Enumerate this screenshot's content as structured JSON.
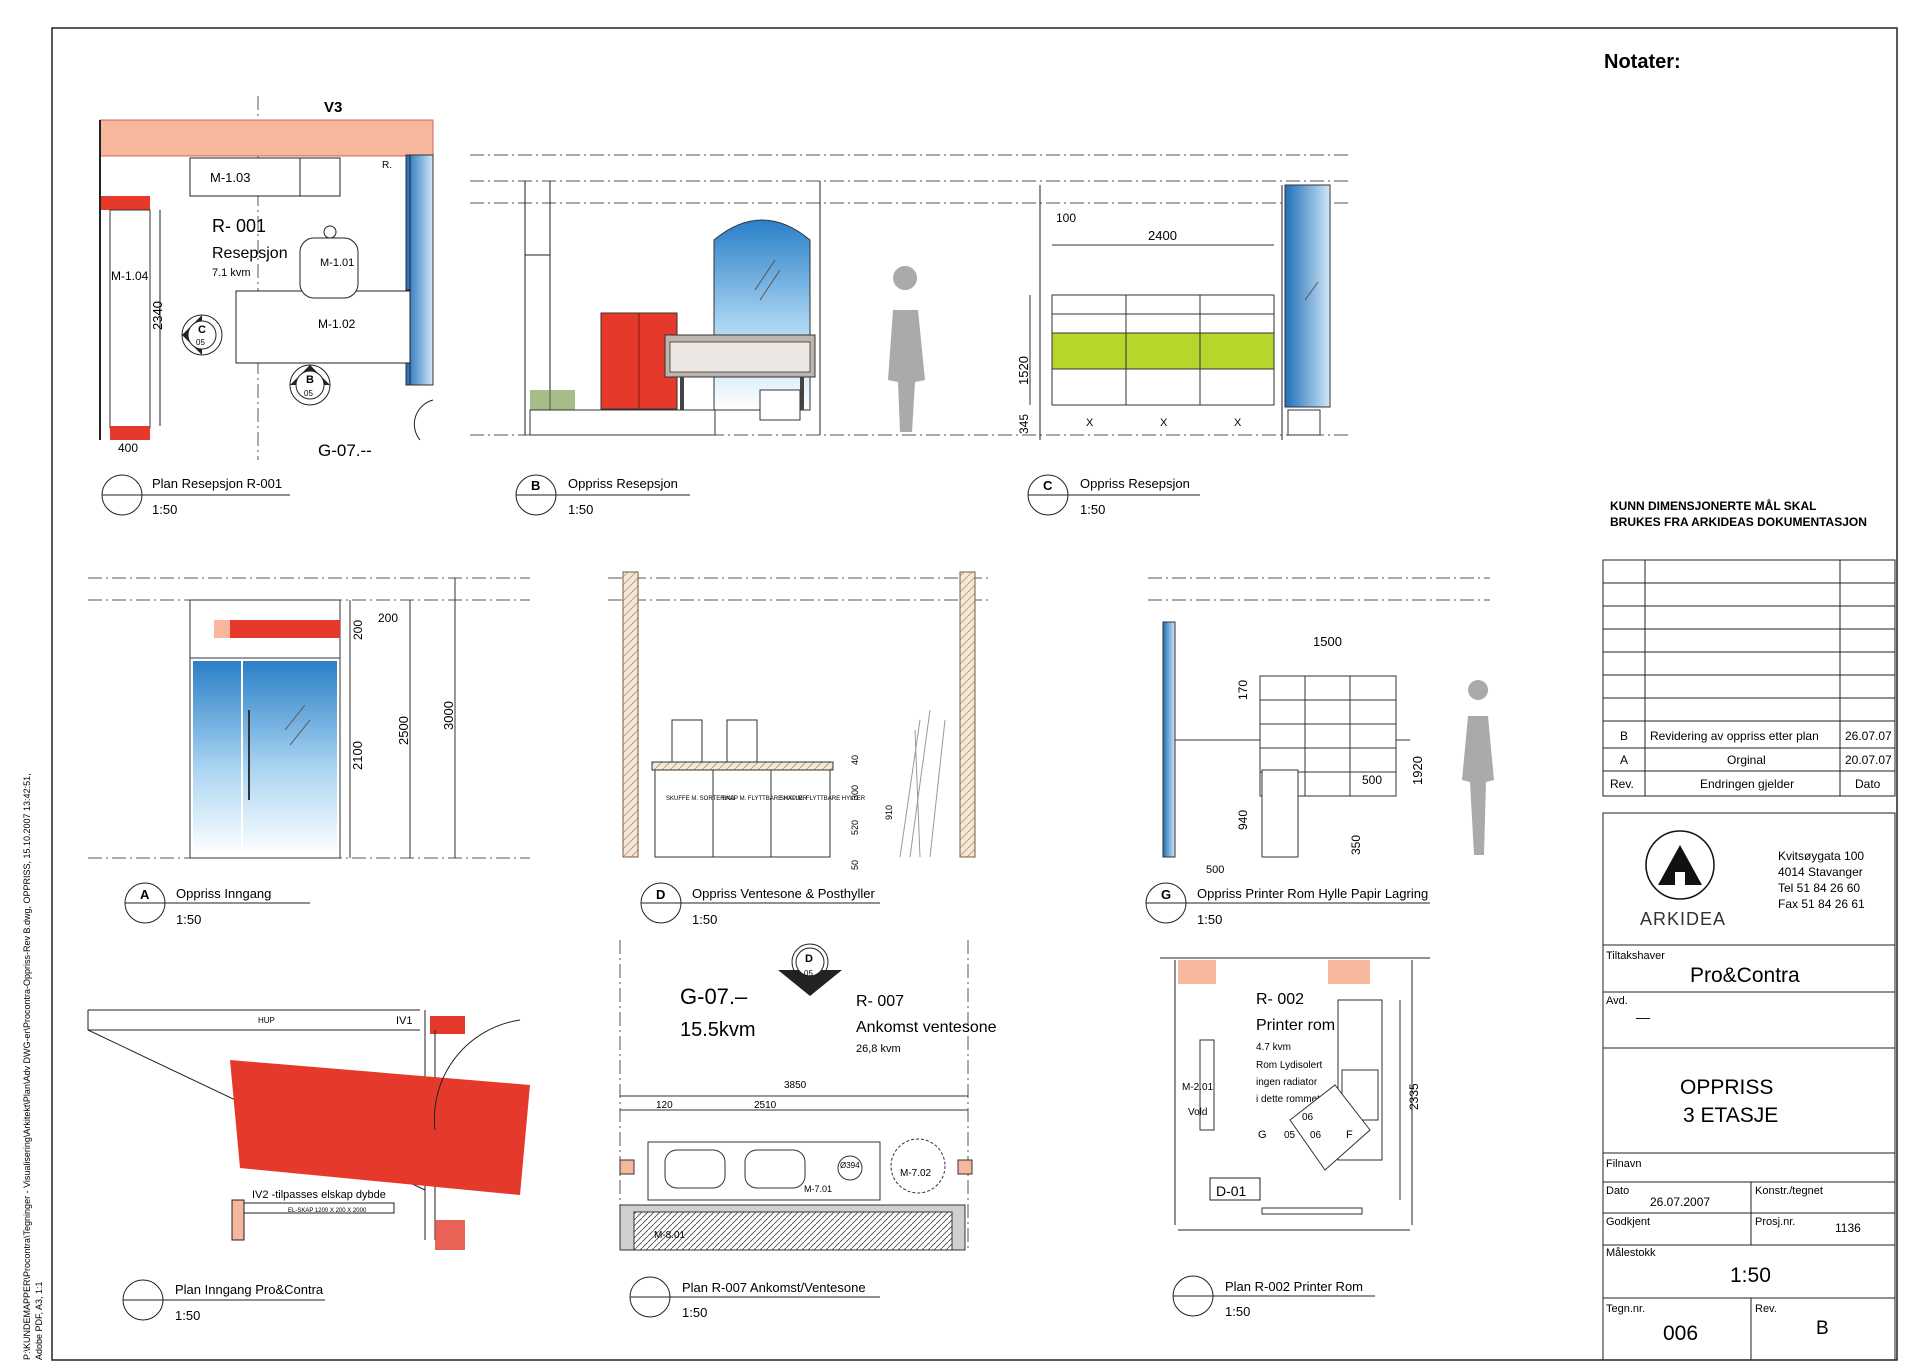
{
  "side_path": "P:\\KUNDEMAPPER\\Procontra\\Tegninger - Visualisering\\Arkitekt\\Plan\\Adv DWG-er\\Procontra-Oppriss-Rev B.dwg, OPPRISS, 15.10.2007 13:42:51,",
  "side_path2": "Adobe PDF, A3, 1:1",
  "notes_title": "Notater:",
  "notice_line1": "KUNN DIMENSJONERTE MÅL SKAL",
  "notice_line2": "BRUKES FRA ARKIDEAS DOKUMENTASJON",
  "revisions": [
    {
      "rev": "B",
      "text": "Revidering av oppriss etter plan",
      "date": "26.07.07"
    },
    {
      "rev": "A",
      "text": "Orginal",
      "date": "20.07.07"
    }
  ],
  "rev_header": {
    "rev": "Rev.",
    "text": "Endringen gjelder",
    "date": "Dato"
  },
  "company": {
    "logo_text": "ARKIDEA",
    "address1": "Kvitsøygata 100",
    "address2": "4014 Stavanger",
    "tel": "Tel 51 84 26 60",
    "fax": "Fax 51 84 26 61"
  },
  "titleblock": {
    "client_label": "Tiltakshaver",
    "client": "Pro&Contra",
    "dept_label": "Avd.",
    "dept_value": "—",
    "title1": "OPPRISS",
    "title2": "3 ETASJE",
    "filename_label": "Filnavn",
    "date_label": "Dato",
    "date": "26.07.2007",
    "drawn_label": "Konstr./tegnet",
    "approved_label": "Godkjent",
    "project_label": "Prosj.nr.",
    "project": "1136",
    "scale_label": "Målestokk",
    "scale": "1:50",
    "drawing_no_label": "Tegn.nr.",
    "drawing_no": "006",
    "rev_label": "Rev.",
    "rev": "B"
  },
  "views": [
    {
      "id": "",
      "title": "Plan Resepsjon R-001",
      "scale": "1:50"
    },
    {
      "id": "B",
      "title": "Oppriss Resepsjon",
      "scale": "1:50"
    },
    {
      "id": "C",
      "title": "Oppriss Resepsjon",
      "scale": "1:50"
    },
    {
      "id": "A",
      "title": "Oppriss Inngang",
      "scale": "1:50"
    },
    {
      "id": "D",
      "title": "Oppriss Ventesone & Posthyller",
      "scale": "1:50"
    },
    {
      "id": "G",
      "title": "Oppriss Printer Rom Hylle Papir Lagring",
      "scale": "1:50"
    },
    {
      "id": "",
      "title": "Plan Inngang Pro&Contra",
      "scale": "1:50"
    },
    {
      "id": "",
      "title": "Plan R-007 Ankomst/Ventesone",
      "scale": "1:50"
    },
    {
      "id": "",
      "title": "Plan R-002 Printer Rom",
      "scale": "1:50"
    }
  ],
  "plan1": {
    "grid": "V3",
    "room": "R- 001",
    "name": "Resepsjon",
    "area": "7.1 kvm",
    "m103": "M-1.03",
    "m101": "M-1.01",
    "m102": "M-1.02",
    "m104": "M-1.04",
    "dim_2340": "2340",
    "dim_400": "400",
    "mark_c": "C",
    "mark_b": "B",
    "mark_05": "05",
    "r_mark": "R.",
    "room_next": "G-07.--"
  },
  "elevC": {
    "dim_100": "100",
    "dim_2400": "2400",
    "dim_1520": "1520",
    "dim_345": "345",
    "x": "X"
  },
  "elevA": {
    "dim_200a": "200",
    "dim_200b": "200",
    "dim_2100": "2100",
    "dim_2500": "2500",
    "dim_3000": "3000"
  },
  "elevD": {
    "cab1": "SKUFFE M. SORTERING",
    "cab2": "SKAP M. FLYTTBARE HYLLER",
    "cab3": "SKAP M. FLYTTBARE HYLLER",
    "dim_40": "40",
    "dim_300": "300",
    "dim_520": "520",
    "dim_910": "910",
    "dim_50": "50"
  },
  "elevG": {
    "dim_1500": "1500",
    "dim_170": "170",
    "dim_1920": "1920",
    "dim_940": "940",
    "dim_500": "500",
    "dim_350": "350",
    "dim_bottom": "500"
  },
  "plan7": {
    "room_no": "G-07.–",
    "area": "15.5kvm",
    "r": "R- 007",
    "name": "Ankomst ventesone",
    "area2": "26,8 kvm",
    "dim_3850": "3850",
    "dim_120": "120",
    "dim_2510": "2510",
    "m701": "M-7.01",
    "m702": "M-7.02",
    "m801": "M-8.01",
    "dia": "Ø394",
    "mark": "D",
    "mark_no": "05"
  },
  "planIn": {
    "hup": "HUP",
    "iv1": "IV1",
    "iv2": "IV2 -tilpasses elskap dybde",
    "elskap": "EL-SKAP 1200 X 200 X 2000"
  },
  "plan2": {
    "r": "R- 002",
    "name": "Printer rom",
    "area": "4.7 kvm",
    "n1": "Rom Lydisolert",
    "n2": "ingen radiator",
    "n3": "i dette rommet",
    "m201": "M-2.01",
    "vold": "Vold",
    "d01": "D-01",
    "dim_2335": "2335",
    "g": "G",
    "n05": "05",
    "n06a": "06",
    "n06b": "06",
    "f": "F"
  }
}
